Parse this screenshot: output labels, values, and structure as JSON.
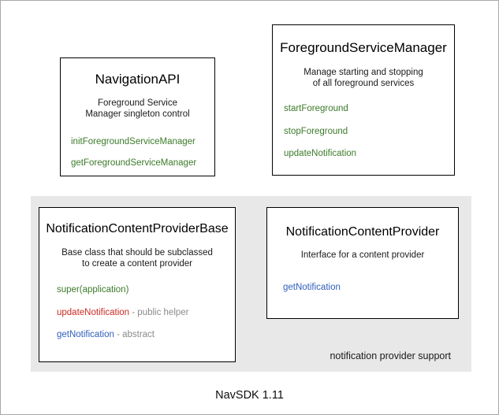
{
  "diagram": {
    "footer_version": "NavSDK 1.11",
    "group_panel": {
      "label": "notification provider support",
      "background": "#e8e8e8"
    },
    "colors": {
      "green": "#3c7a2a",
      "red": "#cc2a22",
      "blue": "#2f5fbb",
      "note_gray": "#8a8a8a",
      "box_border": "#000000",
      "panel_bg": "#e8e8e8"
    },
    "boxes": [
      {
        "id": "navigation-api",
        "title": "NavigationAPI",
        "description": "Foreground Service\nManager singleton control",
        "members": [
          {
            "name": "initForegroundServiceManager",
            "note": "",
            "color": "green"
          },
          {
            "name": "getForegroundServiceManager",
            "note": "",
            "color": "green"
          }
        ]
      },
      {
        "id": "foreground-service-manager",
        "title": "ForegroundServiceManager",
        "description": "Manage starting and stopping\nof all foreground services",
        "members": [
          {
            "name": "startForeground",
            "note": "",
            "color": "green"
          },
          {
            "name": "stopForeground",
            "note": "",
            "color": "green"
          },
          {
            "name": "updateNotification",
            "note": "",
            "color": "green"
          }
        ]
      },
      {
        "id": "notification-content-provider-base",
        "title": "NotificationContentProviderBase",
        "description": "Base class that should be subclassed\nto create a content provider",
        "members": [
          {
            "name": "super(application)",
            "note": "",
            "color": "green"
          },
          {
            "name": "updateNotification",
            "note": " - public helper",
            "color": "red"
          },
          {
            "name": "getNotification",
            "note": " - abstract",
            "color": "blue"
          }
        ]
      },
      {
        "id": "notification-content-provider",
        "title": "NotificationContentProvider",
        "description": "Interface for a content provider",
        "members": [
          {
            "name": "getNotification",
            "note": "",
            "color": "blue"
          }
        ]
      }
    ]
  }
}
